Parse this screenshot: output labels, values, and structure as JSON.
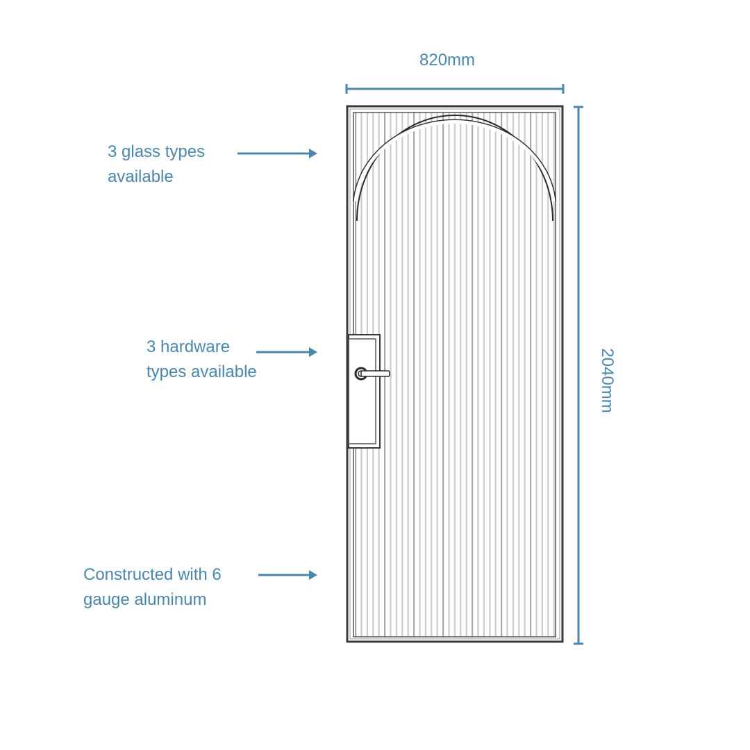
{
  "dimensions": {
    "width_label": "820mm",
    "height_label": "2040mm"
  },
  "callouts": [
    {
      "id": "glass",
      "lines": [
        "3 glass types",
        "available"
      ]
    },
    {
      "id": "hardware",
      "lines": [
        "3 hardware",
        "types available"
      ]
    },
    {
      "id": "construction",
      "lines": [
        "Constructed with 6",
        "gauge aluminum"
      ]
    }
  ],
  "colors": {
    "accent": "#4a86ad",
    "frame": "#3a3a3a",
    "stripe": "#c8c8c8",
    "stripe_dark": "#a0a0a0"
  },
  "drawing": {
    "subject": "arched fluted-glass door",
    "hardware": "lever-handle"
  }
}
